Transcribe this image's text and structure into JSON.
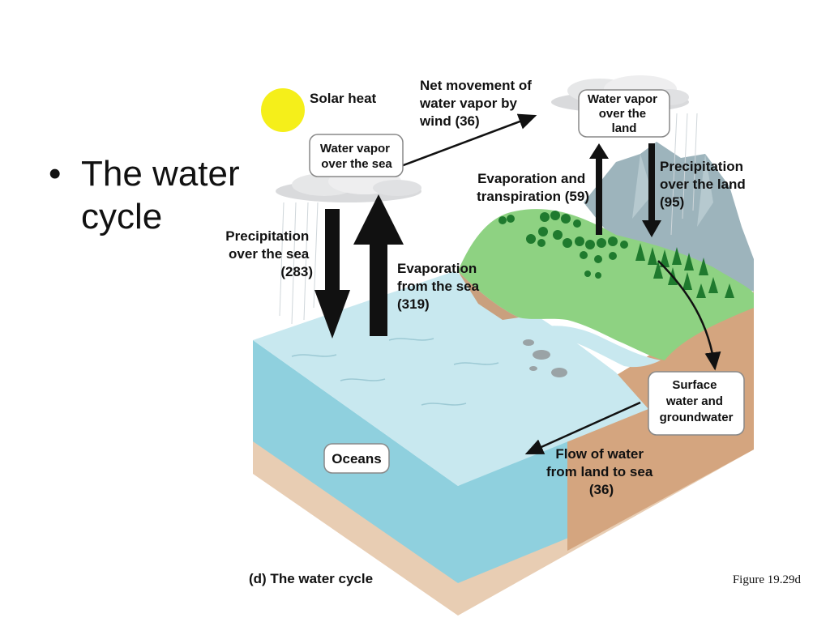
{
  "slide": {
    "bullet_text": "The water cycle",
    "figure_ref": "Figure 19.29d"
  },
  "diagram": {
    "caption": "(d) The water cycle",
    "solar_heat": "Solar heat",
    "vapor_sea": [
      "Water vapor",
      "over the sea"
    ],
    "vapor_land": [
      "Water vapor",
      "over the",
      "land"
    ],
    "net_movement": [
      "Net movement of",
      "water vapor by",
      "wind (36)"
    ],
    "evap_transp": [
      "Evaporation and",
      "transpiration (59)"
    ],
    "precip_land": [
      "Precipitation",
      "over the land",
      "(95)"
    ],
    "precip_sea": [
      "Precipitation",
      "over the sea",
      "(283)"
    ],
    "evap_sea": [
      "Evaporation",
      "from the sea",
      "(319)"
    ],
    "surface_water": [
      "Surface",
      "water and",
      "groundwater"
    ],
    "flow": [
      "Flow of water",
      "from land to sea",
      "(36)"
    ],
    "oceans": "Oceans"
  },
  "chart_data": {
    "type": "diagram",
    "flows": [
      {
        "name": "Net movement of water vapor by wind",
        "value": 36
      },
      {
        "name": "Evaporation and transpiration",
        "value": 59
      },
      {
        "name": "Precipitation over the land",
        "value": 95
      },
      {
        "name": "Precipitation over the sea",
        "value": 283
      },
      {
        "name": "Evaporation from the sea",
        "value": 319
      },
      {
        "name": "Flow of water from land to sea",
        "value": 36
      }
    ]
  },
  "colors": {
    "sun": "#f5ef1a",
    "ocean_top": "#c8e8ef",
    "ocean_side": "#8fd0de",
    "land_green": "#8ed282",
    "trees": "#1f7a2e",
    "mountain": "#9db4bc",
    "soil": "#d9b08f",
    "arrow": "#111111"
  }
}
